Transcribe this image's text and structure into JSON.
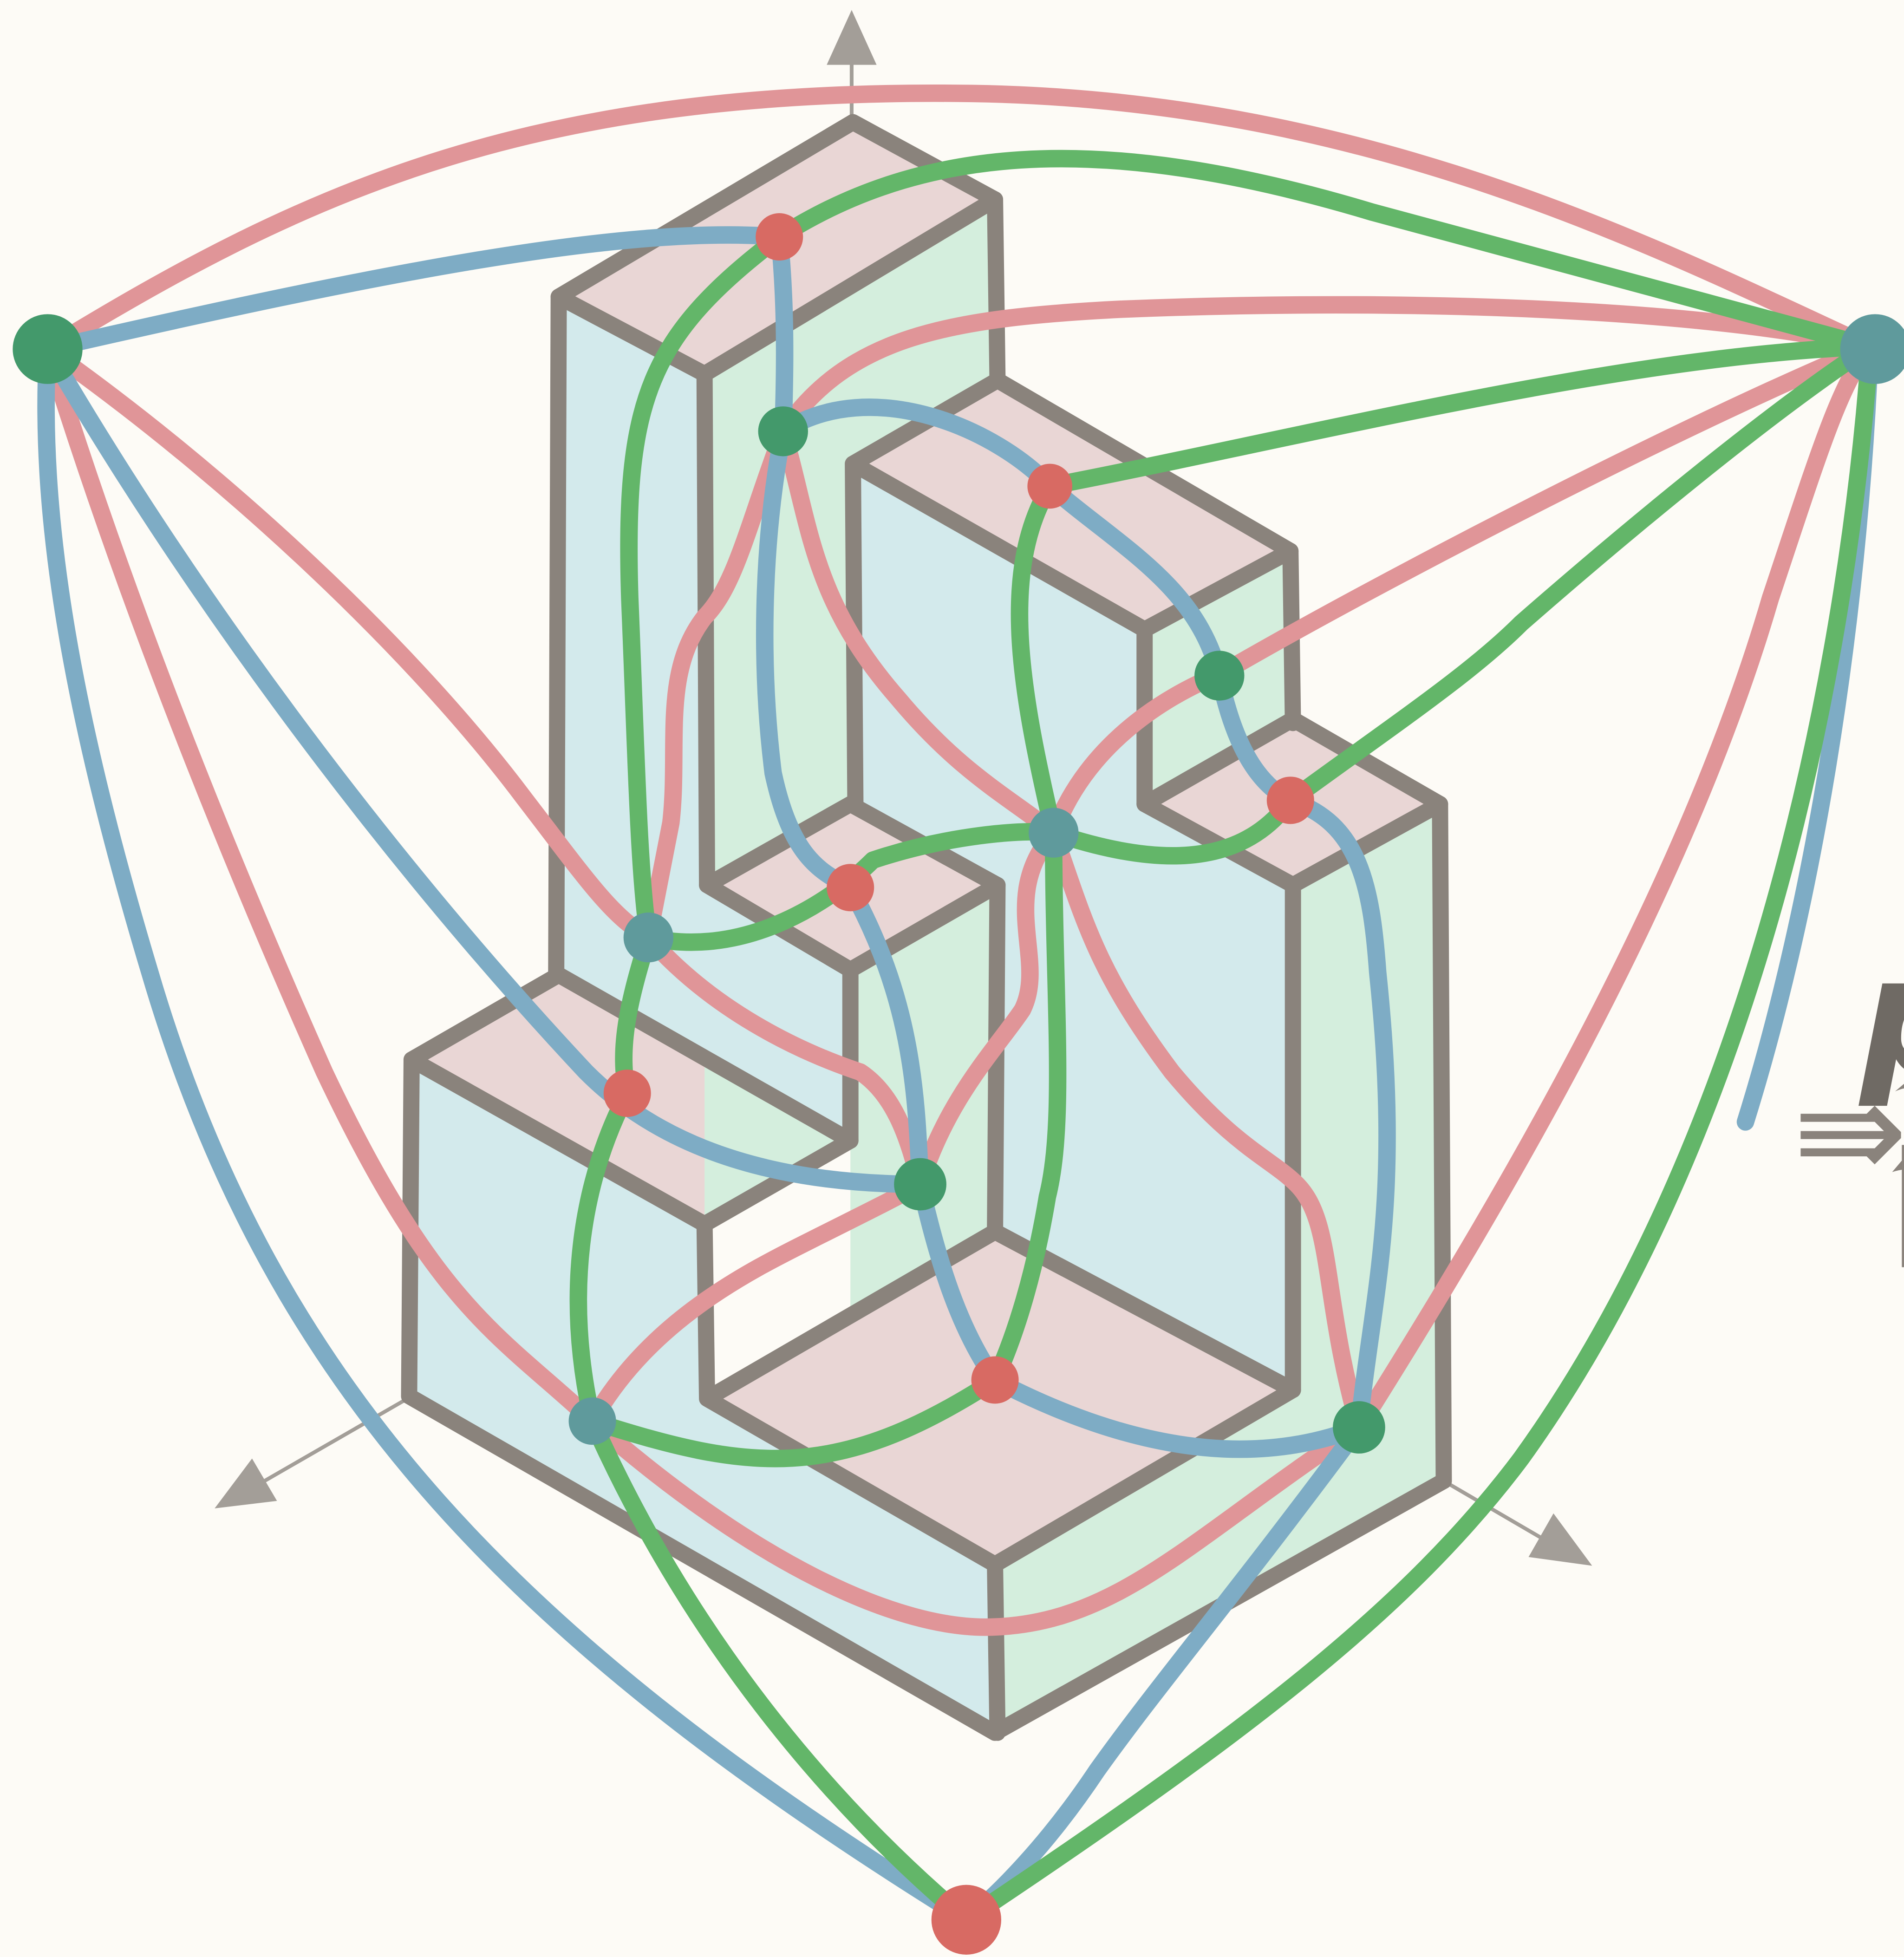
{
  "diagram": {
    "background": "#fdfbf6",
    "colors": {
      "face_top": "#e9d6d5",
      "face_left": "#d3eaec",
      "face_right": "#d4eedd",
      "box_outline": "#8a837c",
      "axis": "#a39e98",
      "edge_red": "#e09598",
      "edge_blue": "#7eacc5",
      "edge_green": "#63b669",
      "node_red": "#d86a63",
      "node_green": "#43996b",
      "node_teal": "#5f9a9c"
    },
    "visible_text": {
      "glyph_p": "p",
      "glyph_arrow": "⇛",
      "glyph_partial": "ℑ",
      "glyph_bracket": "["
    },
    "node_kinds": [
      "red",
      "green",
      "teal"
    ],
    "edge_families": [
      "red",
      "blue",
      "green"
    ],
    "icons": [
      "axis-arrow-up-icon",
      "axis-arrow-left-icon",
      "axis-arrow-right-icon"
    ]
  }
}
